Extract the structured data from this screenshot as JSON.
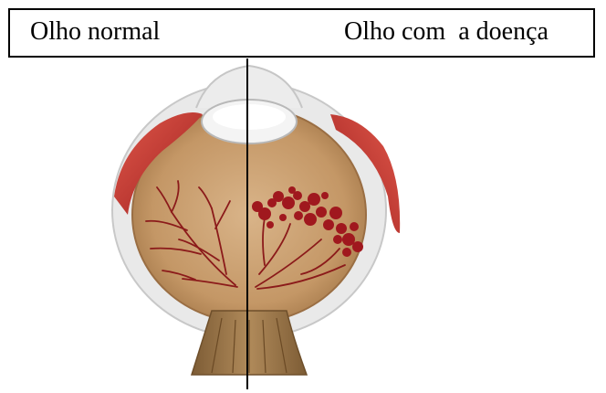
{
  "labels": {
    "normal": "Olho normal",
    "disease": "Olho com  a doença"
  },
  "icons": {
    "illustration": "eye-cross-section-comparison"
  },
  "colors": {
    "muscle": "#c0392b",
    "eyeball_interior": "#c9a070",
    "blood_vessel": "#8b1a1a",
    "hemorrhage": "#a0181e",
    "optic_nerve": "#9c7a4e",
    "divider": "#000000"
  }
}
